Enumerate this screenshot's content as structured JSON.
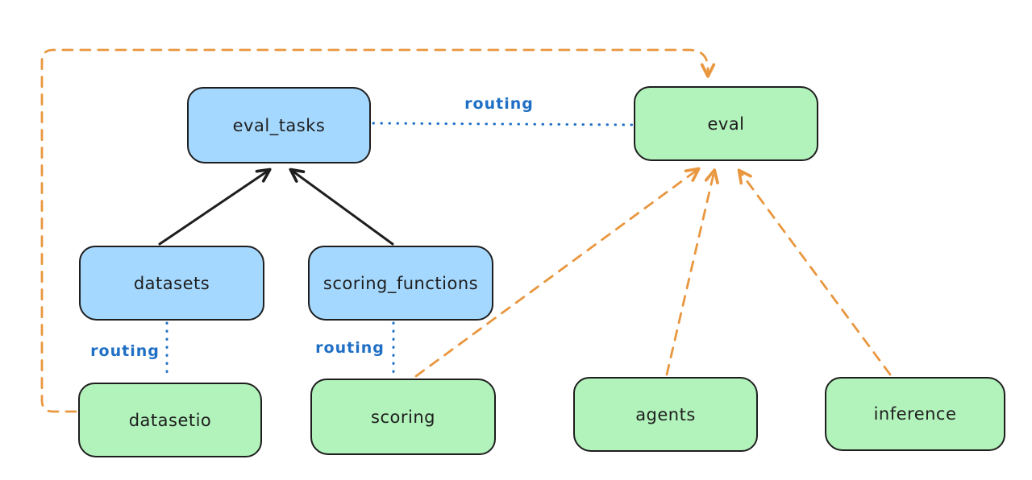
{
  "diagram": {
    "background": "#ffffff",
    "colors": {
      "node_stroke": "#1e1e1e",
      "blue_node_fill": "#a5d8ff",
      "green_node_fill": "#b2f2bb",
      "routing_blue": "#1f6fc5",
      "orange_dashed": "#e9973f",
      "black_arrow": "#1e1e1e"
    },
    "nodes": [
      {
        "id": "eval_tasks",
        "label": "eval_tasks",
        "color": "blue"
      },
      {
        "id": "eval",
        "label": "eval",
        "color": "green"
      },
      {
        "id": "datasets",
        "label": "datasets",
        "color": "blue"
      },
      {
        "id": "scoring_functions",
        "label": "scoring_functions",
        "color": "blue"
      },
      {
        "id": "datasetio",
        "label": "datasetio",
        "color": "green"
      },
      {
        "id": "scoring",
        "label": "scoring",
        "color": "green"
      },
      {
        "id": "agents",
        "label": "agents",
        "color": "green"
      },
      {
        "id": "inference",
        "label": "inference",
        "color": "green"
      }
    ],
    "edges": [
      {
        "from": "datasets",
        "to": "eval_tasks",
        "style": "solid-black-arrow",
        "label": ""
      },
      {
        "from": "scoring_functions",
        "to": "eval_tasks",
        "style": "solid-black-arrow",
        "label": ""
      },
      {
        "from": "eval_tasks",
        "to": "eval",
        "style": "dotted-blue",
        "label": "routing"
      },
      {
        "from": "datasets",
        "to": "datasetio",
        "style": "dotted-blue",
        "label": "routing"
      },
      {
        "from": "scoring_functions",
        "to": "scoring",
        "style": "dotted-blue",
        "label": "routing"
      },
      {
        "from": "scoring",
        "to": "eval",
        "style": "dashed-orange-arrow",
        "label": ""
      },
      {
        "from": "agents",
        "to": "eval",
        "style": "dashed-orange-arrow",
        "label": ""
      },
      {
        "from": "inference",
        "to": "eval",
        "style": "dashed-orange-arrow",
        "label": ""
      },
      {
        "from": "datasetio",
        "to": "eval",
        "style": "dashed-orange-arrow",
        "label": ""
      }
    ]
  }
}
